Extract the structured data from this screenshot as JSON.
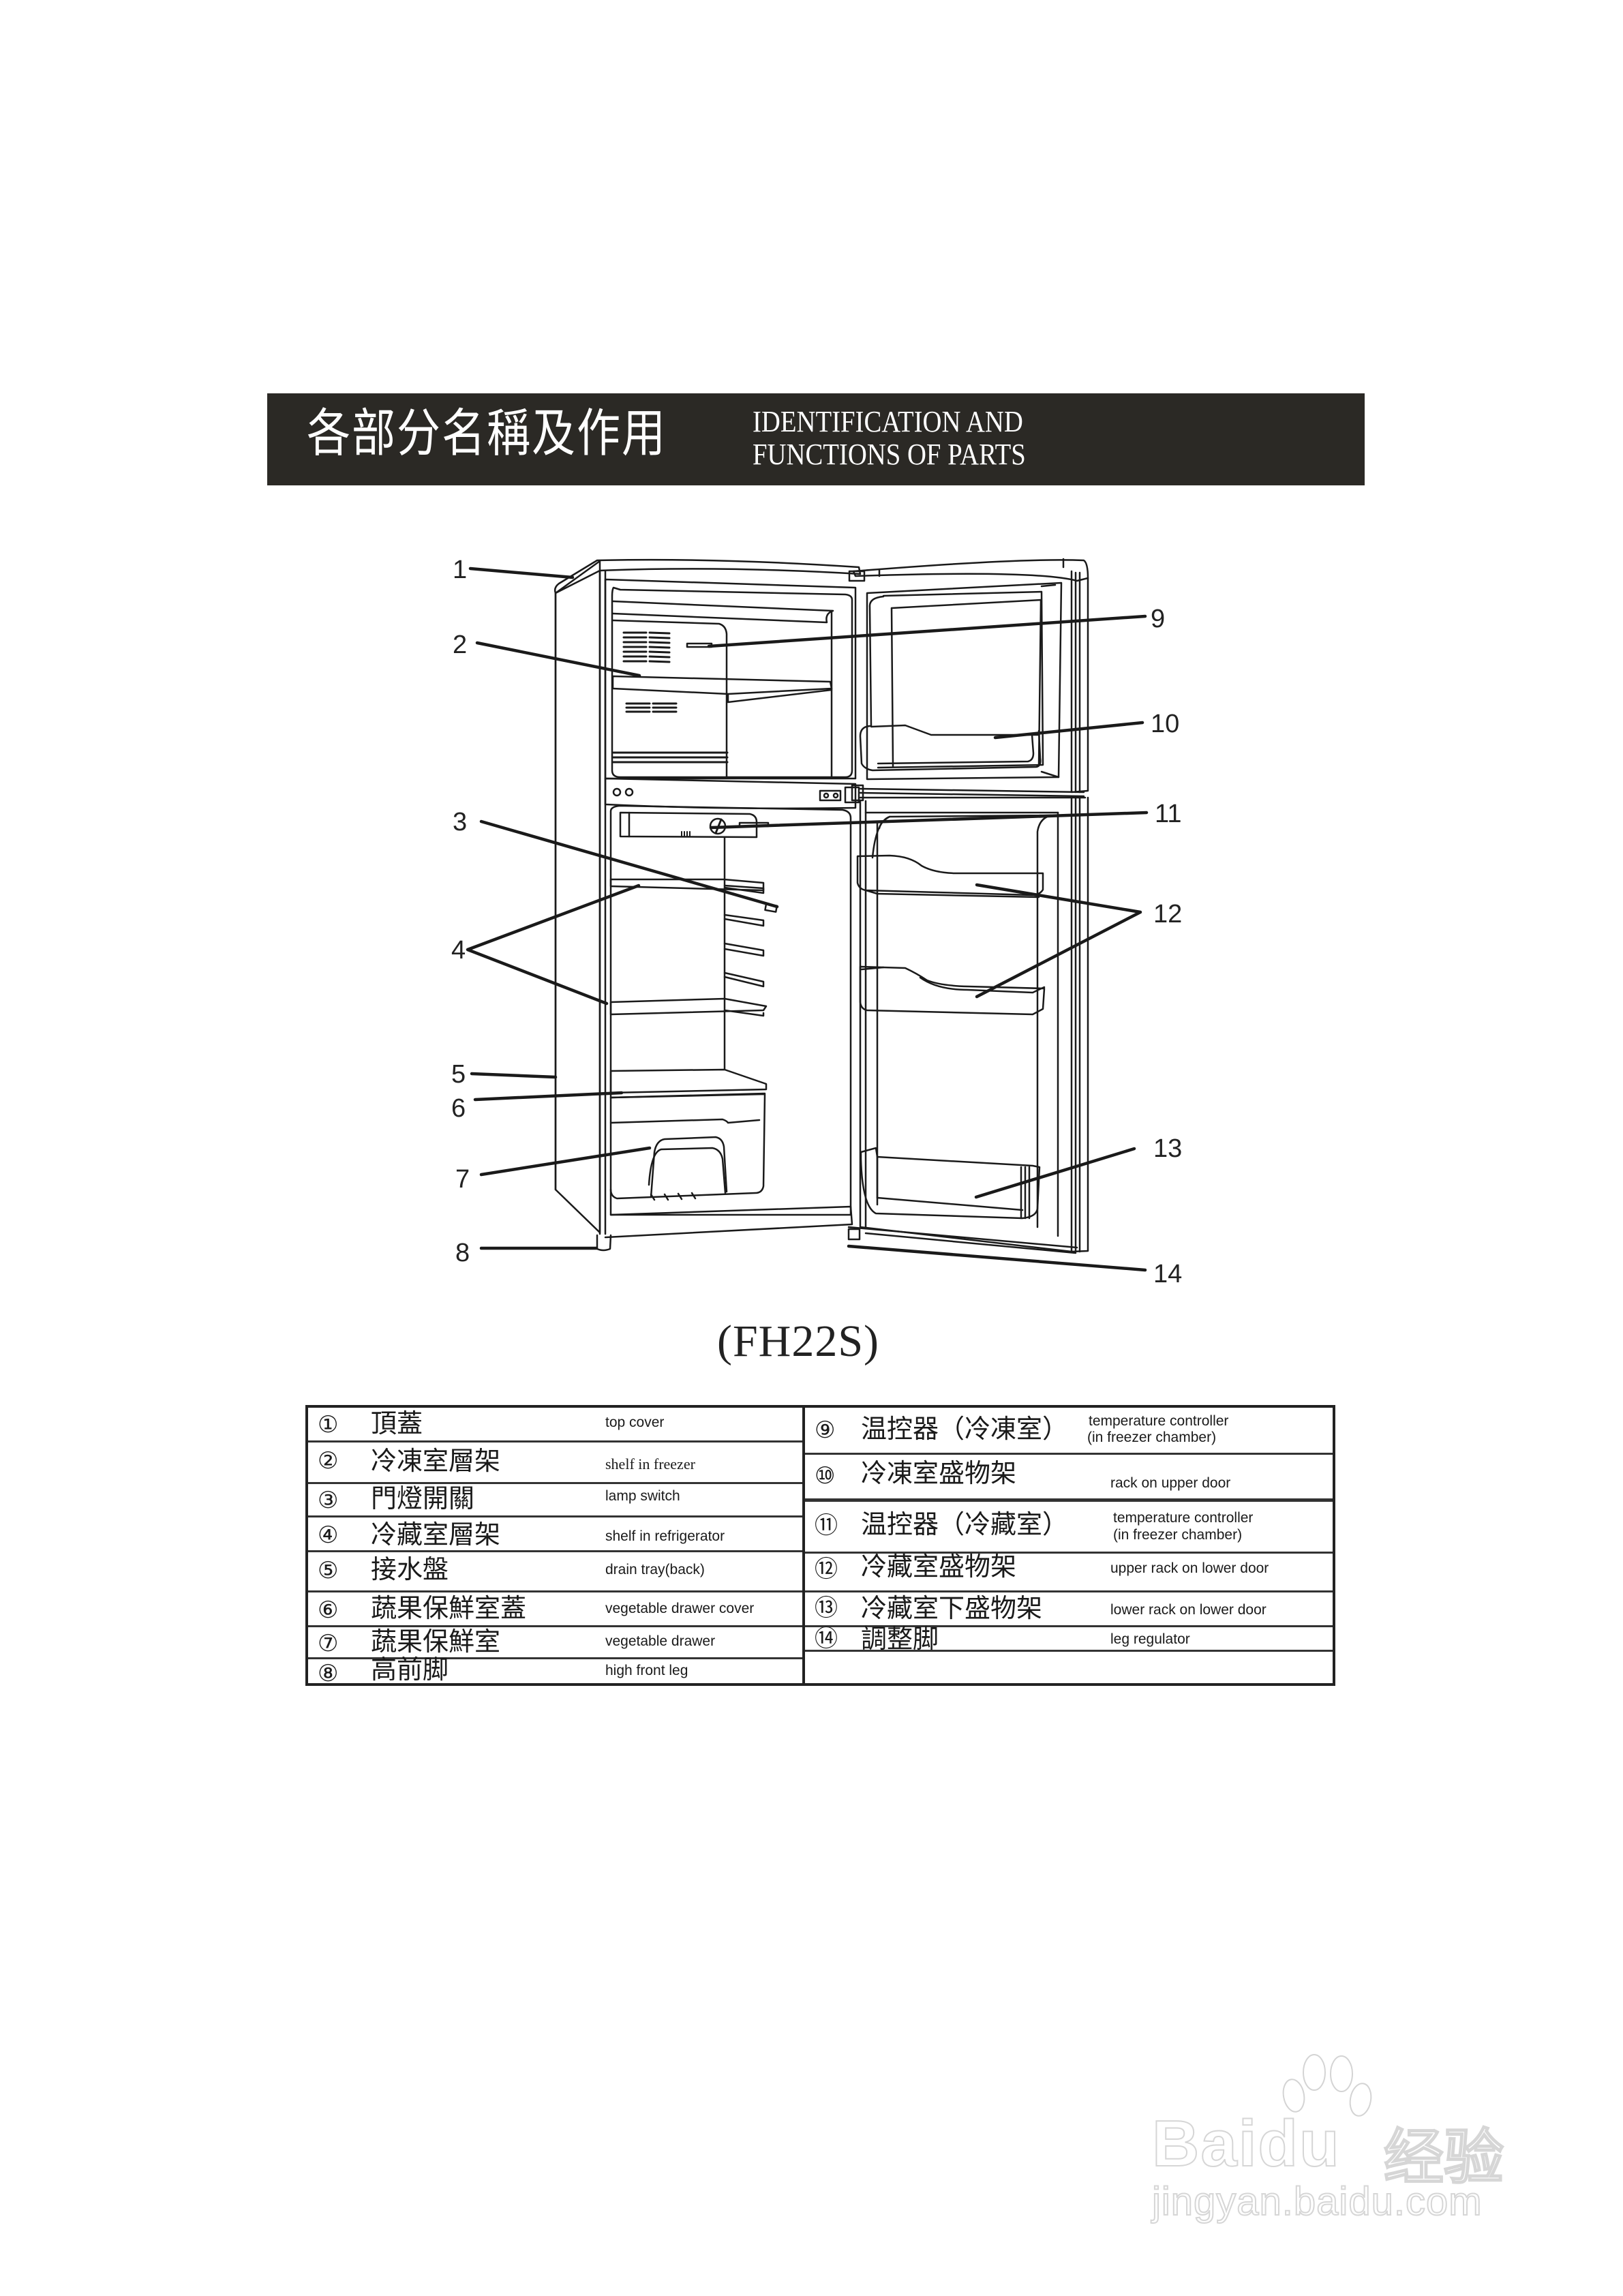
{
  "header": {
    "title_cn": "各部分名稱及作用",
    "title_en_line1": "IDENTIFICATION AND",
    "title_en_line2": "FUNCTIONS OF PARTS",
    "background_color": "#2b2925"
  },
  "diagram": {
    "subject": "two-door refrigerator with both doors open",
    "callouts": [
      {
        "number": "1",
        "side": "left"
      },
      {
        "number": "2",
        "side": "left"
      },
      {
        "number": "3",
        "side": "left"
      },
      {
        "number": "4",
        "side": "left"
      },
      {
        "number": "5",
        "side": "left"
      },
      {
        "number": "6",
        "side": "left"
      },
      {
        "number": "7",
        "side": "left"
      },
      {
        "number": "8",
        "side": "left"
      },
      {
        "number": "9",
        "side": "right"
      },
      {
        "number": "10",
        "side": "right"
      },
      {
        "number": "11",
        "side": "right"
      },
      {
        "number": "12",
        "side": "right"
      },
      {
        "number": "13",
        "side": "right"
      },
      {
        "number": "14",
        "side": "right"
      }
    ]
  },
  "model": "(FH22S)",
  "parts": {
    "left": [
      {
        "num": "①",
        "cn": "頂蓋",
        "en": "top cover"
      },
      {
        "num": "②",
        "cn": "冷凍室層架",
        "en": "shelf in freezer"
      },
      {
        "num": "③",
        "cn": "門燈開關",
        "en": "lamp switch"
      },
      {
        "num": "④",
        "cn": "冷藏室層架",
        "en": "shelf in refrigerator"
      },
      {
        "num": "⑤",
        "cn": "接水盤",
        "en": "drain tray(back)"
      },
      {
        "num": "⑥",
        "cn": "蔬果保鮮室蓋",
        "en": "vegetable drawer cover"
      },
      {
        "num": "⑦",
        "cn": "蔬果保鮮室",
        "en": "vegetable drawer"
      },
      {
        "num": "⑧",
        "cn": "高前脚",
        "en": "high front leg"
      }
    ],
    "right": [
      {
        "num": "⑨",
        "cn": "温控器（冷凍室）",
        "en_line1": "temperature controller",
        "en_line2": "(in freezer chamber)"
      },
      {
        "num": "⑩",
        "cn": "冷凍室盛物架",
        "en": "rack on upper door"
      },
      {
        "num": "⑪",
        "cn": "温控器（冷藏室）",
        "en_line1": "temperature controller",
        "en_line2": "(in freezer chamber)"
      },
      {
        "num": "⑫",
        "cn": "冷藏室盛物架",
        "en": "upper rack on lower door"
      },
      {
        "num": "⑬",
        "cn": "冷藏室下盛物架",
        "en": "lower rack on lower door"
      },
      {
        "num": "⑭",
        "cn": "調整脚",
        "en": "leg regulator"
      },
      {
        "num": "",
        "cn": "",
        "en": ""
      }
    ]
  },
  "watermark": {
    "brand": "Bai",
    "brand_suffix": "du",
    "cn": "经验",
    "url": "jingyan.baidu.com"
  }
}
